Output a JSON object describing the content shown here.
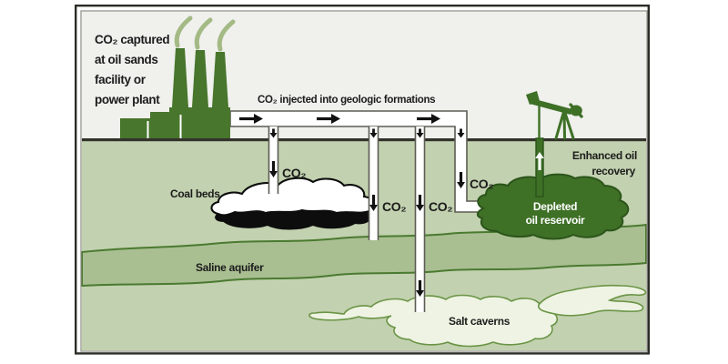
{
  "diagram": {
    "captured_lines": [
      "CO₂ captured",
      "at oil sands",
      "facility or",
      "power plant"
    ],
    "injection_caption": "CO₂ injected into geologic formations",
    "labels": {
      "co2": "CO₂",
      "coal_beds": "Coal beds",
      "saline_aquifer": "Saline aquifer",
      "salt_caverns": "Salt caverns"
    },
    "depleted_lines": [
      "Depleted",
      "oil reservoir"
    ],
    "enhanced_lines": [
      "Enhanced oil",
      "recovery"
    ],
    "colors": {
      "dark_green": "#47762c",
      "reservoir_green": "#3e7026",
      "underground": "#c2d1af",
      "aquifer": "#a9bf92",
      "sky": "#f0f0ed",
      "smoke": "#a3ba84",
      "cavern": "#eef3e3",
      "coal": "#0d0d0d",
      "pipe_white": "#ffffff"
    }
  }
}
